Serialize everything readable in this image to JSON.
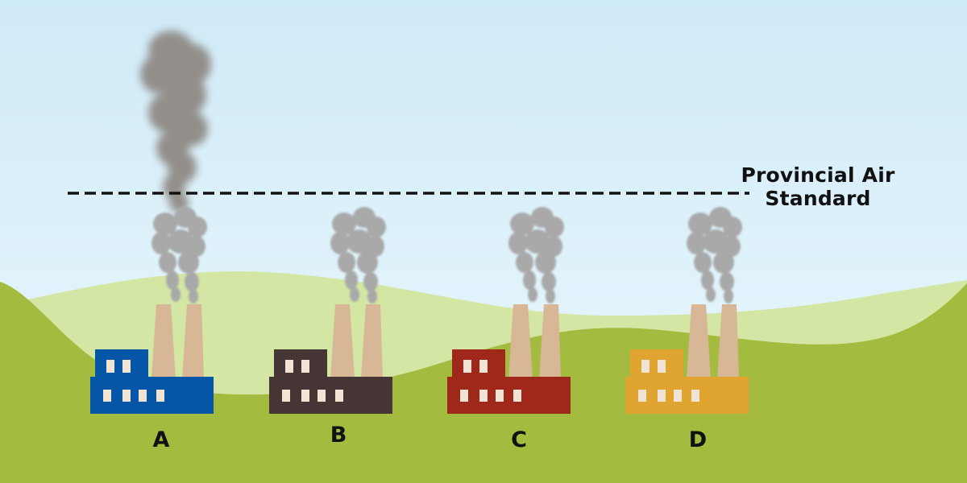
{
  "standard_line": {
    "label_line1": "Provincial Air",
    "label_line2": "Standard"
  },
  "factories": [
    {
      "label": "A",
      "color": "#0656a8",
      "emission_exceeds_standard": true
    },
    {
      "label": "B",
      "color": "#453535"
    },
    {
      "label": "C",
      "color": "#a0281a"
    },
    {
      "label": "D",
      "color": "#e0a530"
    }
  ],
  "colors": {
    "sky_top": "#cfeaf7",
    "sky_bottom": "#ecf8fd",
    "hill_back": "#d4e6a4",
    "hill_front": "#a3bb3e",
    "chimney": "#d7b796",
    "window": "#f1e4d4",
    "smoke_light": "#a9a9a9",
    "smoke_dark": "#8f8a85"
  }
}
